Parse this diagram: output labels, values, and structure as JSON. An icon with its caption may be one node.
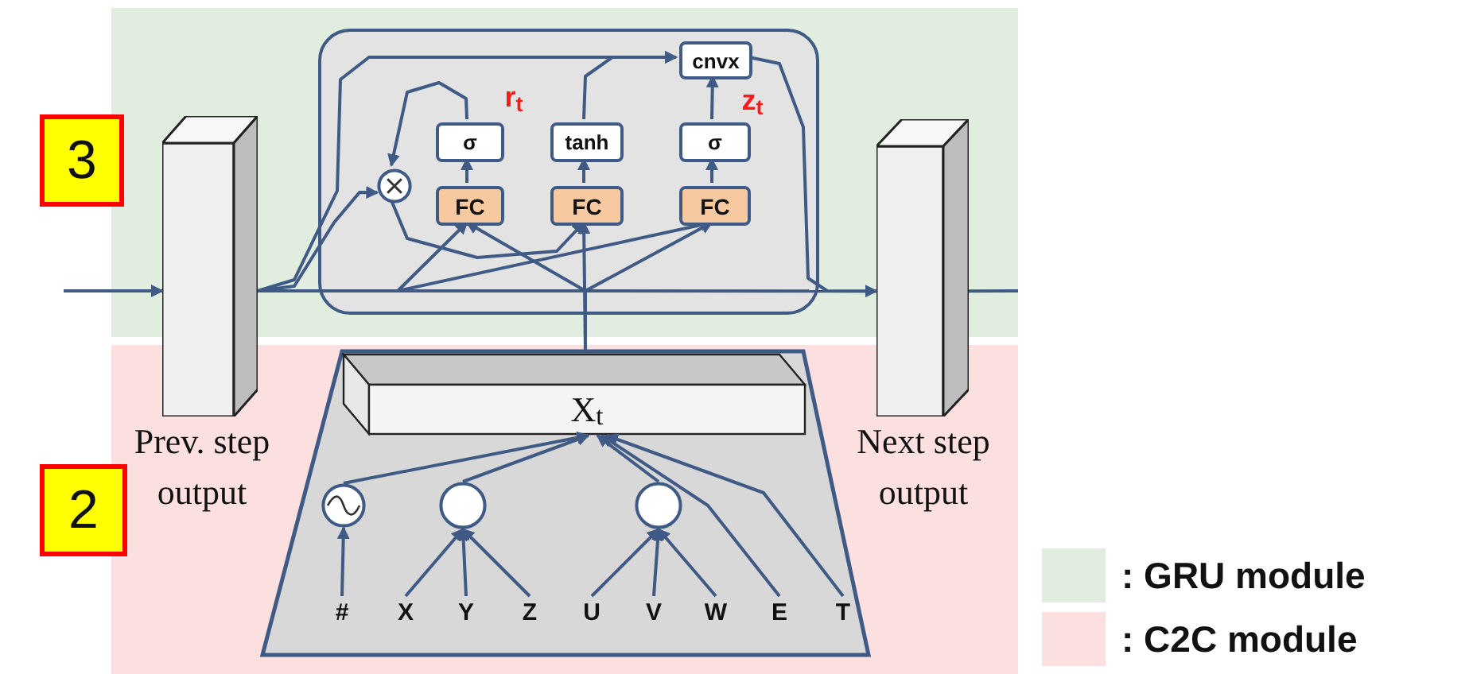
{
  "diagram": {
    "nodes": [
      {
        "text": [
          "3"
        ]
      },
      {
        "text": [
          "2"
        ]
      },
      {
        "text": [],
        "shape": "box",
        "beside": [
          "Prev. step output"
        ]
      },
      {
        "text": [],
        "shape": "box"
      },
      {
        "text": [],
        "shape": "circle",
        "in": 3
      },
      {
        "text": [
          "σ"
        ],
        "in": 3,
        "beside": [
          "r$_{t}$"
        ]
      },
      {
        "text": [
          "tanh"
        ],
        "in": 3
      },
      {
        "text": [
          "σ"
        ],
        "in": 3,
        "beside": [
          "z$_{t}$"
        ]
      },
      {
        "text": [
          "FC"
        ],
        "in": 3
      },
      {
        "text": [
          "FC"
        ],
        "in": 3
      },
      {
        "text": [
          "FC"
        ],
        "in": 3
      },
      {
        "text": [
          "cnvx"
        ],
        "in": 3
      },
      {
        "text": [],
        "shape": "box",
        "beside": [
          "Next step output"
        ]
      },
      {
        "text": [],
        "shape": "trapezoid"
      },
      {
        "text": [
          "X$_{t}$"
        ],
        "in": 13
      },
      {
        "text": [],
        "shape": "circle",
        "in": 13
      },
      {
        "text": [],
        "shape": "circle",
        "in": 13
      },
      {
        "text": [],
        "shape": "circle",
        "in": 13
      },
      {
        "text": [
          "#"
        ],
        "in": 13
      },
      {
        "text": [
          "X"
        ],
        "in": 13
      },
      {
        "text": [
          "Y"
        ],
        "in": 13
      },
      {
        "text": [
          "Z"
        ],
        "in": 13
      },
      {
        "text": [
          "U"
        ],
        "in": 13
      },
      {
        "text": [
          "V"
        ],
        "in": 13
      },
      {
        "text": [
          "W"
        ],
        "in": 13
      },
      {
        "text": [
          "E"
        ],
        "in": 13
      },
      {
        "text": [
          "T"
        ],
        "in": 13
      }
    ],
    "edges": [
      {
        "from": null,
        "to": 2,
        "arrow": "to"
      },
      {
        "from": 2,
        "to": 4,
        "arrow": "to"
      },
      {
        "from": 2,
        "to": 11,
        "arrow": "to"
      },
      {
        "from": 2,
        "to": 12,
        "arrow": "to"
      },
      {
        "from": 2,
        "to": 8,
        "arrow": "to"
      },
      {
        "from": 2,
        "to": 10,
        "arrow": "to"
      },
      {
        "from": 11,
        "to": 12,
        "arrow": "none"
      },
      {
        "from": 8,
        "to": 5,
        "arrow": "to"
      },
      {
        "from": 9,
        "to": 6,
        "arrow": "to"
      },
      {
        "from": 10,
        "to": 7,
        "arrow": "to"
      },
      {
        "from": 5,
        "to": 4,
        "arrow": "to"
      },
      {
        "from": 6,
        "to": 11,
        "arrow": "to"
      },
      {
        "from": 7,
        "to": 11,
        "arrow": "to"
      },
      {
        "from": 4,
        "to": 9,
        "arrow": "to"
      },
      {
        "from": 14,
        "to": 8,
        "arrow": "to"
      },
      {
        "from": 14,
        "to": 9,
        "arrow": "to"
      },
      {
        "from": 14,
        "to": 10,
        "arrow": "to"
      },
      {
        "from": 12,
        "to": null,
        "arrow": "none"
      },
      {
        "from": 15,
        "to": 14,
        "arrow": "to"
      },
      {
        "from": 16,
        "to": 14,
        "arrow": "to"
      },
      {
        "from": 17,
        "to": 14,
        "arrow": "to"
      },
      {
        "from": 25,
        "to": 14,
        "arrow": "to"
      },
      {
        "from": 26,
        "to": 14,
        "arrow": "to"
      },
      {
        "from": 18,
        "to": 15,
        "arrow": "to"
      },
      {
        "from": 19,
        "to": 16,
        "arrow": "to"
      },
      {
        "from": 20,
        "to": 16,
        "arrow": "to"
      },
      {
        "from": 21,
        "to": 16,
        "arrow": "to"
      },
      {
        "from": 22,
        "to": 17,
        "arrow": "to"
      },
      {
        "from": 23,
        "to": 17,
        "arrow": "to"
      },
      {
        "from": 24,
        "to": 17,
        "arrow": "to"
      }
    ],
    "legend": [
      {
        "text": ": GRU module",
        "color": "#e1eedf"
      },
      {
        "text": ": C2C module",
        "color": "#fbe0df"
      }
    ]
  }
}
